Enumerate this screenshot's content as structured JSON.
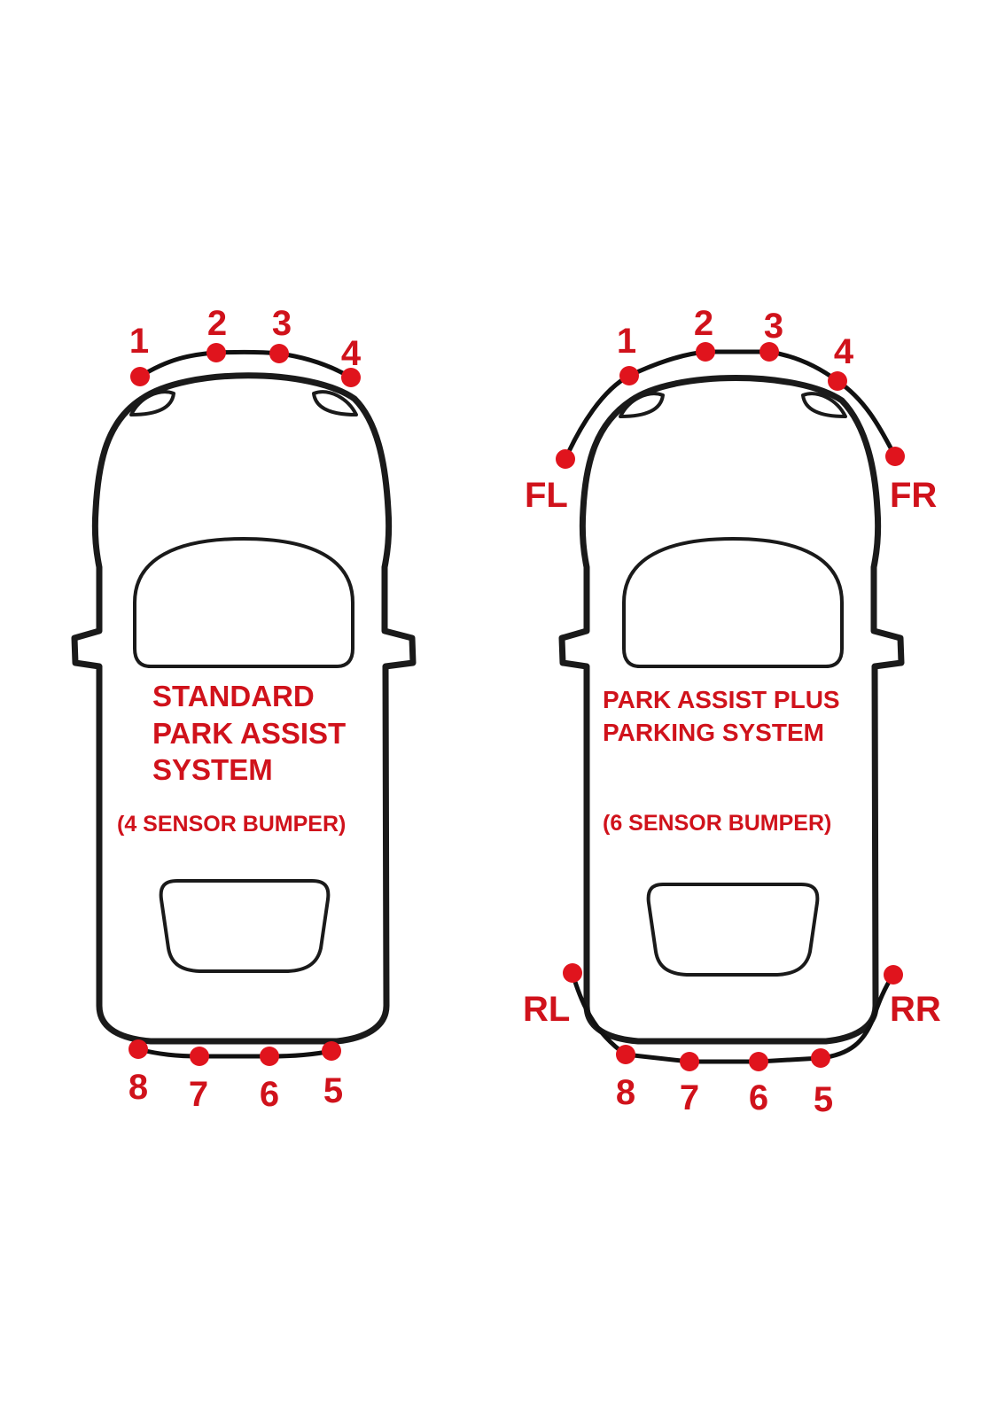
{
  "colors": {
    "accent": "#d0121b",
    "outline": "#1a1a1a",
    "background": "#ffffff"
  },
  "cars": [
    {
      "title_lines": [
        "STANDARD",
        "PARK ASSIST",
        "SYSTEM"
      ],
      "subtitle": "(4 SENSOR BUMPER)",
      "front_numbers": [
        "1",
        "2",
        "3",
        "4"
      ],
      "rear_numbers": [
        "8",
        "7",
        "6",
        "5"
      ],
      "corner_labels": []
    },
    {
      "title_lines": [
        "PARK ASSIST PLUS",
        "PARKING SYSTEM"
      ],
      "subtitle": "(6 SENSOR BUMPER)",
      "front_numbers": [
        "1",
        "2",
        "3",
        "4"
      ],
      "rear_numbers": [
        "8",
        "7",
        "6",
        "5"
      ],
      "corner_labels": [
        "FL",
        "FR",
        "RL",
        "RR"
      ]
    }
  ]
}
